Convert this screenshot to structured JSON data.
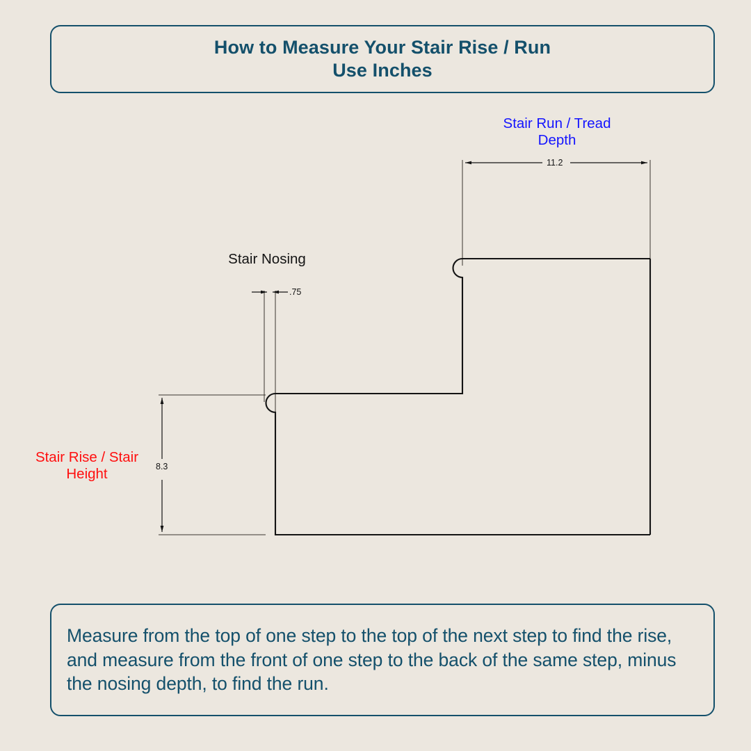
{
  "page": {
    "background_color": "#ece7df",
    "accent_color": "#14506b",
    "line_color": "#141414"
  },
  "title_box": {
    "line1": "How to Measure Your Stair Rise / Run",
    "line2": "Use Inches"
  },
  "instruction_box": {
    "text": "Measure from the top of one step to the top of the next step to find the rise, and measure from the front of one step to the back of the same step, minus the nosing depth, to find the run."
  },
  "diagram": {
    "labels": {
      "run": {
        "text": "Stair Run / Tread\nDepth",
        "color": "#1414ff"
      },
      "rise": {
        "text": "Stair Rise / Stair\nHeight",
        "color": "#ff0f0f"
      },
      "nosing": {
        "text": "Stair Nosing",
        "color": "#141414"
      }
    },
    "dimensions": {
      "run": {
        "value": "11.2",
        "units": "inches",
        "orientation": "horizontal"
      },
      "rise": {
        "value": "8.3",
        "units": "inches",
        "orientation": "vertical"
      },
      "nosing": {
        "value": ".75",
        "units": "inches",
        "orientation": "horizontal"
      }
    }
  }
}
